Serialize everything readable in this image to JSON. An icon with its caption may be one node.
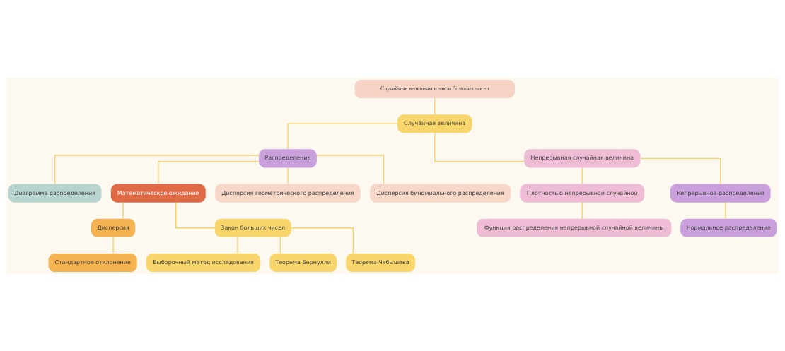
{
  "diagram": {
    "nodes": [
      {
        "text": [
          "Случайные величины и закон больших чисел"
        ]
      },
      {
        "text": [
          "Случайная величина"
        ]
      },
      {
        "text": [
          "Распределение"
        ]
      },
      {
        "text": [
          "Непрерывная случайная величина"
        ]
      },
      {
        "text": [
          "Диаграмма распределения"
        ]
      },
      {
        "text": [
          "Математическое ожидание"
        ]
      },
      {
        "text": [
          "Дисперсия геометрического распределения"
        ]
      },
      {
        "text": [
          "Дисперсия биномиального распределения"
        ]
      },
      {
        "text": [
          "Дисперсия"
        ]
      },
      {
        "text": [
          "Закон больших чисел"
        ]
      },
      {
        "text": [
          "Стандартное отклонение"
        ]
      },
      {
        "text": [
          "Выборочный метод исследования"
        ]
      },
      {
        "text": [
          "Теорема Бернулли"
        ]
      },
      {
        "text": [
          "Теорема Чебышева"
        ]
      },
      {
        "text": [
          "Плотностью непрерывной случайной"
        ]
      },
      {
        "text": [
          "Непрерывное распределение"
        ]
      },
      {
        "text": [
          "Функция распределения непрерывной случайной величины"
        ]
      },
      {
        "text": [
          "Нормальное распределение"
        ]
      }
    ],
    "edges": [
      {
        "from": 0,
        "to": 1,
        "arrow": "none"
      },
      {
        "from": 1,
        "to": 2,
        "arrow": "none"
      },
      {
        "from": 1,
        "to": 3,
        "arrow": "none"
      },
      {
        "from": 2,
        "to": 4,
        "arrow": "none"
      },
      {
        "from": 2,
        "to": 5,
        "arrow": "none"
      },
      {
        "from": 2,
        "to": 6,
        "arrow": "none"
      },
      {
        "from": 2,
        "to": 7,
        "arrow": "none"
      },
      {
        "from": 5,
        "to": 8,
        "arrow": "none"
      },
      {
        "from": 5,
        "to": 9,
        "arrow": "none"
      },
      {
        "from": 8,
        "to": 10,
        "arrow": "none"
      },
      {
        "from": 9,
        "to": 11,
        "arrow": "none"
      },
      {
        "from": 9,
        "to": 12,
        "arrow": "none"
      },
      {
        "from": 9,
        "to": 13,
        "arrow": "none"
      },
      {
        "from": 3,
        "to": 14,
        "arrow": "none"
      },
      {
        "from": 3,
        "to": 15,
        "arrow": "none"
      },
      {
        "from": 14,
        "to": 16,
        "arrow": "none"
      },
      {
        "from": 15,
        "to": 17,
        "arrow": "none"
      }
    ]
  }
}
